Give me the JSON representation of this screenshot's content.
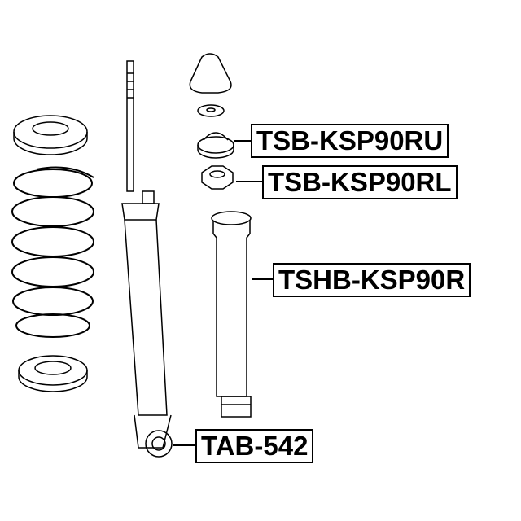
{
  "labels": {
    "upper_support": "TSB-KSP90RU",
    "lower_support": "TSB-KSP90RL",
    "boot": "TSHB-KSP90R",
    "bushing": "TAB-542"
  }
}
